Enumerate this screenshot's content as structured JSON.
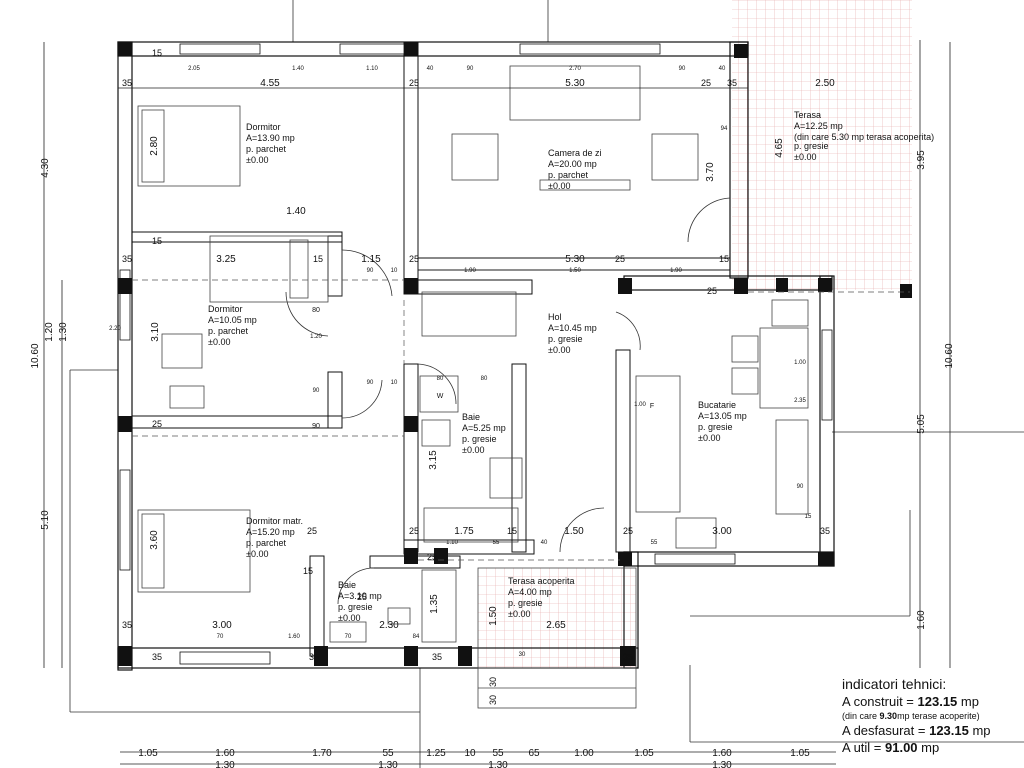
{
  "rooms": [
    {
      "id": "dormitor1",
      "name": "Dormitor",
      "area": "A=13.90 mp",
      "floor": "p. parchet",
      "level": "±0.00"
    },
    {
      "id": "camera",
      "name": "Camera de zi",
      "area": "A=20.00 mp",
      "floor": "p. parchet",
      "level": "±0.00"
    },
    {
      "id": "terasa",
      "name": "Terasa",
      "area": "A=12.25 mp",
      "note": "(din care 5.30 mp terasa acoperita)",
      "floor": "p. gresie",
      "level": "±0.00"
    },
    {
      "id": "dormitor2",
      "name": "Dormitor",
      "area": "A=10.05 mp",
      "floor": "p. parchet",
      "level": "±0.00"
    },
    {
      "id": "hol",
      "name": "Hol",
      "area": "A=10.45 mp",
      "floor": "p. gresie",
      "level": "±0.00"
    },
    {
      "id": "baie1",
      "name": "Baie",
      "area": "A=5.25 mp",
      "floor": "p. gresie",
      "level": "±0.00"
    },
    {
      "id": "bucatarie",
      "name": "Bucatarie",
      "area": "A=13.05 mp",
      "floor": "p. gresie",
      "level": "±0.00"
    },
    {
      "id": "dormitor3",
      "name": "Dormitor matr.",
      "area": "A=15.20 mp",
      "floor": "p. parchet",
      "level": "±0.00"
    },
    {
      "id": "baie2",
      "name": "Baie",
      "area": "A=3.10 mp",
      "floor": "p. gresie",
      "level": "±0.00"
    },
    {
      "id": "terasa2",
      "name": "Terasa acoperita",
      "area": "A=4.00 mp",
      "floor": "p. gresie",
      "level": "±0.00"
    }
  ],
  "dimensions": {
    "big": [
      "4.55",
      "5.30",
      "2.50",
      "1.40",
      "3.25",
      "1.15",
      "5.30",
      "1.75",
      "1.50",
      "3.00",
      "3.00",
      "2.30",
      "2.65"
    ],
    "vertical_big": [
      "2.80",
      "4.65",
      "3.70",
      "3.10",
      "3.15",
      "3.60",
      "1.35",
      "1.50"
    ],
    "thick": [
      "35",
      "35",
      "35",
      "35",
      "35",
      "25",
      "25",
      "25",
      "25",
      "25",
      "25",
      "25",
      "25",
      "25",
      "15",
      "15",
      "15",
      "15",
      "15",
      "15",
      "35",
      "35",
      "35",
      "35",
      "25",
      "25"
    ],
    "small": [
      "2.05",
      "1.40",
      "1.10",
      "40",
      "90",
      "2.70",
      "90",
      "40",
      "1.90",
      "1.50",
      "1.90",
      "90",
      "10",
      "90",
      "10",
      "80",
      "80",
      "1.10",
      "55",
      "40",
      "55",
      "70",
      "1.60",
      "70",
      "84",
      "94",
      "2.20",
      "1.20",
      "90",
      "1.00",
      "1.00",
      "2.35",
      "90",
      "15",
      "30"
    ],
    "left_chain": [
      "4.30",
      "10.60",
      "1.20",
      "1.30",
      "5.10"
    ],
    "right_chain": [
      "3.95",
      "10.60",
      "5.05",
      "1.60"
    ],
    "bottom_top": [
      "1.05",
      "1.60",
      "1.70",
      "55",
      "1.25",
      "10",
      "55",
      "65",
      "1.00",
      "1.05",
      "1.60",
      "1.05"
    ],
    "bottom_row2": [
      "1.30",
      "1.30",
      "1.30",
      "1.30"
    ],
    "stairs": [
      "30",
      "30"
    ],
    "marks": [
      "W",
      "F",
      "80",
      "90"
    ]
  },
  "indicators": {
    "title": "indicatori tehnici:",
    "a_construit_label": "A construit = ",
    "a_construit_value": "123.15",
    "a_construit_unit": " mp",
    "a_construit_note_prefix": "(din care ",
    "a_construit_note_value": "9.30",
    "a_construit_note_suffix": "mp terase acoperite)",
    "a_desfasurat_label": "A desfasurat = ",
    "a_desfasurat_value": "123.15",
    "a_desfasurat_unit": " mp",
    "a_util_label": "A util = ",
    "a_util_value": "91.00",
    "a_util_unit": " mp"
  }
}
